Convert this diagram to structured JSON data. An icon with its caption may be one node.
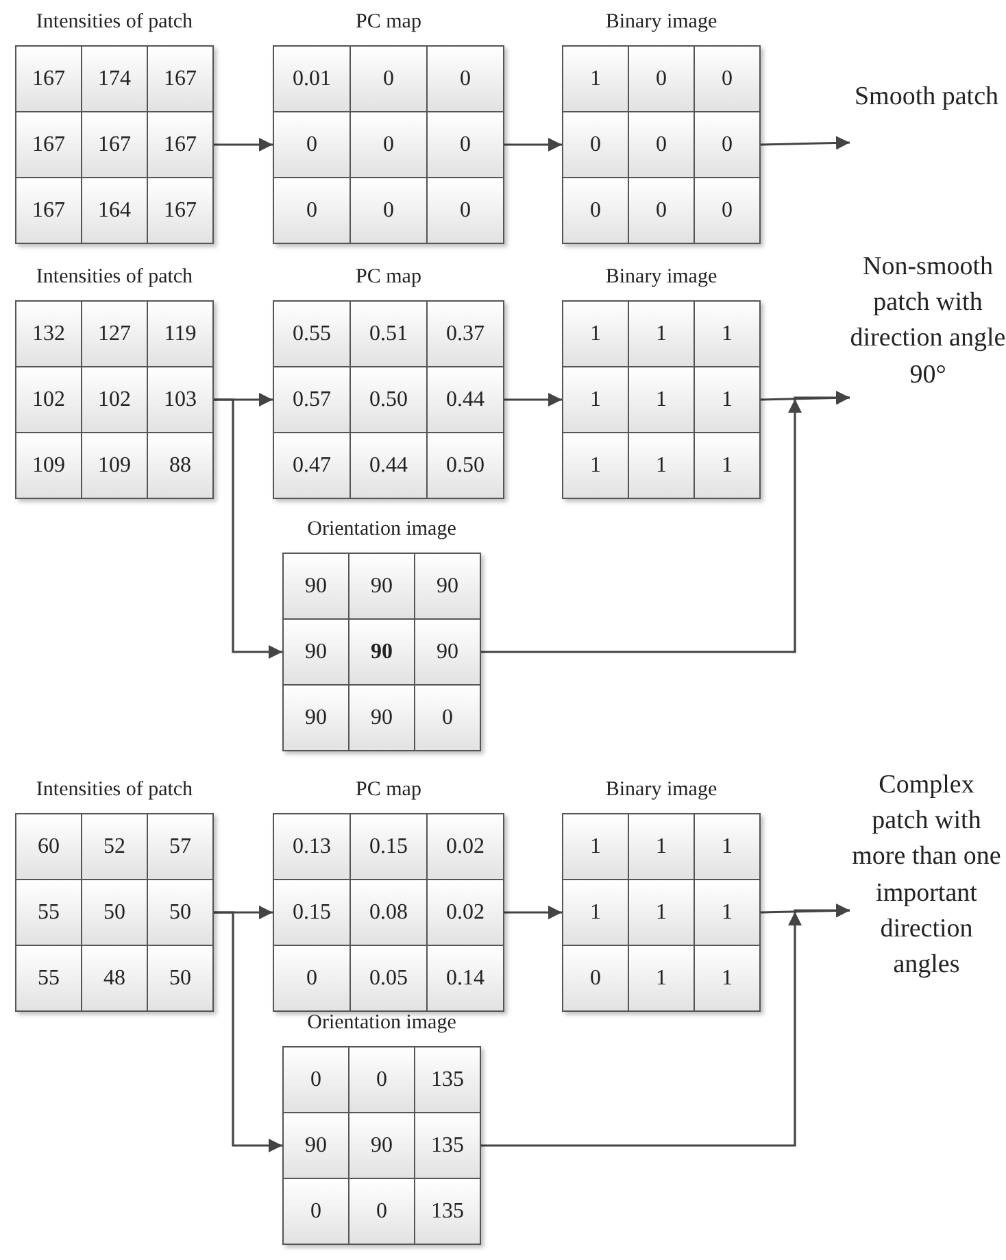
{
  "diagram": {
    "nodes": [
      {
        "text": [
          "Intensities of patch",
          "167",
          "174",
          "167",
          "167",
          "167",
          "167",
          "167",
          "164",
          "167"
        ]
      },
      {
        "text": [
          "PC map",
          "0.01",
          "0",
          "0",
          "0",
          "0",
          "0",
          "0",
          "0",
          "0"
        ]
      },
      {
        "text": [
          "Binary image",
          "1",
          "0",
          "0",
          "0",
          "0",
          "0",
          "0",
          "0",
          "0"
        ]
      },
      {
        "text": [
          "Smooth patch"
        ]
      },
      {
        "text": [
          "Intensities of patch",
          "132",
          "127",
          "119",
          "102",
          "102",
          "103",
          "109",
          "109",
          "88"
        ]
      },
      {
        "text": [
          "PC map",
          "0.55",
          "0.51",
          "0.37",
          "0.57",
          "0.50",
          "0.44",
          "0.47",
          "0.44",
          "0.50"
        ]
      },
      {
        "text": [
          "Binary image",
          "1",
          "1",
          "1",
          "1",
          "1",
          "1",
          "1",
          "1",
          "1"
        ]
      },
      {
        "text": [
          "Non-smooth patch with direction angle 90°"
        ]
      },
      {
        "text": [
          "Orientation image",
          "90",
          "90",
          "90",
          "90",
          "**90**",
          "90",
          "90",
          "90",
          "0"
        ]
      },
      {
        "text": [
          "Intensities of patch",
          "60",
          "52",
          "57",
          "55",
          "50",
          "50",
          "55",
          "48",
          "50"
        ]
      },
      {
        "text": [
          "PC map",
          "0.13",
          "0.15",
          "0.02",
          "0.15",
          "0.08",
          "0.02",
          "0",
          "0.05",
          "0.14"
        ]
      },
      {
        "text": [
          "Binary image",
          "1",
          "1",
          "1",
          "1",
          "1",
          "1",
          "0",
          "1",
          "1"
        ]
      },
      {
        "text": [
          "Complex patch with more than one important direction angles"
        ]
      },
      {
        "text": [
          "Orientation image",
          "0",
          "0",
          "135",
          "90",
          "90",
          "135",
          "0",
          "0",
          "135"
        ]
      }
    ],
    "edges": [
      {
        "from": 0,
        "to": 1,
        "arrow": "to"
      },
      {
        "from": 1,
        "to": 2,
        "arrow": "to"
      },
      {
        "from": 2,
        "to": 3,
        "arrow": "to"
      },
      {
        "from": 4,
        "to": 5,
        "arrow": "to"
      },
      {
        "from": 4,
        "to": 8,
        "arrow": "to"
      },
      {
        "from": 5,
        "to": 6,
        "arrow": "to"
      },
      {
        "from": 6,
        "to": 7,
        "arrow": "to"
      },
      {
        "from": 8,
        "to": 7,
        "arrow": "to"
      },
      {
        "from": 9,
        "to": 10,
        "arrow": "to"
      },
      {
        "from": 9,
        "to": 13,
        "arrow": "to"
      },
      {
        "from": 10,
        "to": 11,
        "arrow": "to"
      },
      {
        "from": 11,
        "to": 12,
        "arrow": "to"
      },
      {
        "from": 13,
        "to": 12,
        "arrow": "to"
      }
    ]
  }
}
